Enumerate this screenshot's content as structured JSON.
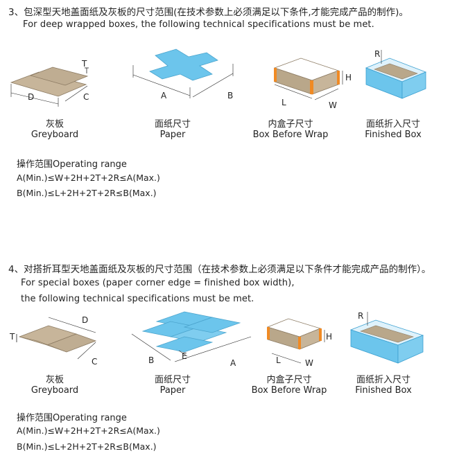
{
  "section3": {
    "heading": "3、包深型天地盖面纸及灰板的尺寸范围(在技术参数上必须满足以下条件,才能完成产品的制作)。",
    "subtitle": "For deep wrapped boxes, the following technical specifications must be met.",
    "figures": [
      {
        "cn": "灰板",
        "en": "Greyboard",
        "labels": [
          "T",
          "D",
          "C"
        ]
      },
      {
        "cn": "面纸尺寸",
        "en": "Paper",
        "labels": [
          "A",
          "B"
        ]
      },
      {
        "cn": "内盒子尺寸",
        "en": "Box Before Wrap",
        "labels": [
          "H",
          "L",
          "W"
        ]
      },
      {
        "cn": "面纸折入尺寸",
        "en": "Finished Box",
        "labels": [
          "R"
        ]
      }
    ],
    "range_title": "操作范围Operating range",
    "formula_a": "A(Min.)≤W+2H+2T+2R≤A(Max.)",
    "formula_b": "B(Min.)≤L+2H+2T+2R≤B(Max.)"
  },
  "section4": {
    "heading": "4、对搭折耳型天地盖面纸及灰板的尺寸范围（在技术参数上必须满足以下条件才能完成产品的制作）。",
    "subtitle_1": "For special boxes (paper corner edge = finished box width),",
    "subtitle_2": "the following technical specifications must be met.",
    "figures": [
      {
        "cn": "灰板",
        "en": "Greyboard",
        "labels": [
          "T",
          "D",
          "C"
        ]
      },
      {
        "cn": "面纸尺寸",
        "en": "Paper",
        "labels": [
          "B",
          "E",
          "A"
        ]
      },
      {
        "cn": "内盒子尺寸",
        "en": "Box Before Wrap",
        "labels": [
          "H",
          "L",
          "W"
        ]
      },
      {
        "cn": "面纸折入尺寸",
        "en": "Finished Box",
        "labels": [
          "R"
        ]
      }
    ],
    "range_title": "操作范围Operating range",
    "formula_a": "A(Min.)≤W+2H+2T+2R≤A(Max.)",
    "formula_b": "B(Min.)≤L+2H+2T+2R≤B(Max.)"
  },
  "colors": {
    "greyboard": "#c7b59a",
    "paper": "#6cc5ec",
    "box_side": "#b9a78a",
    "box_corner": "#f08a24",
    "box_inner": "#ffffff"
  }
}
